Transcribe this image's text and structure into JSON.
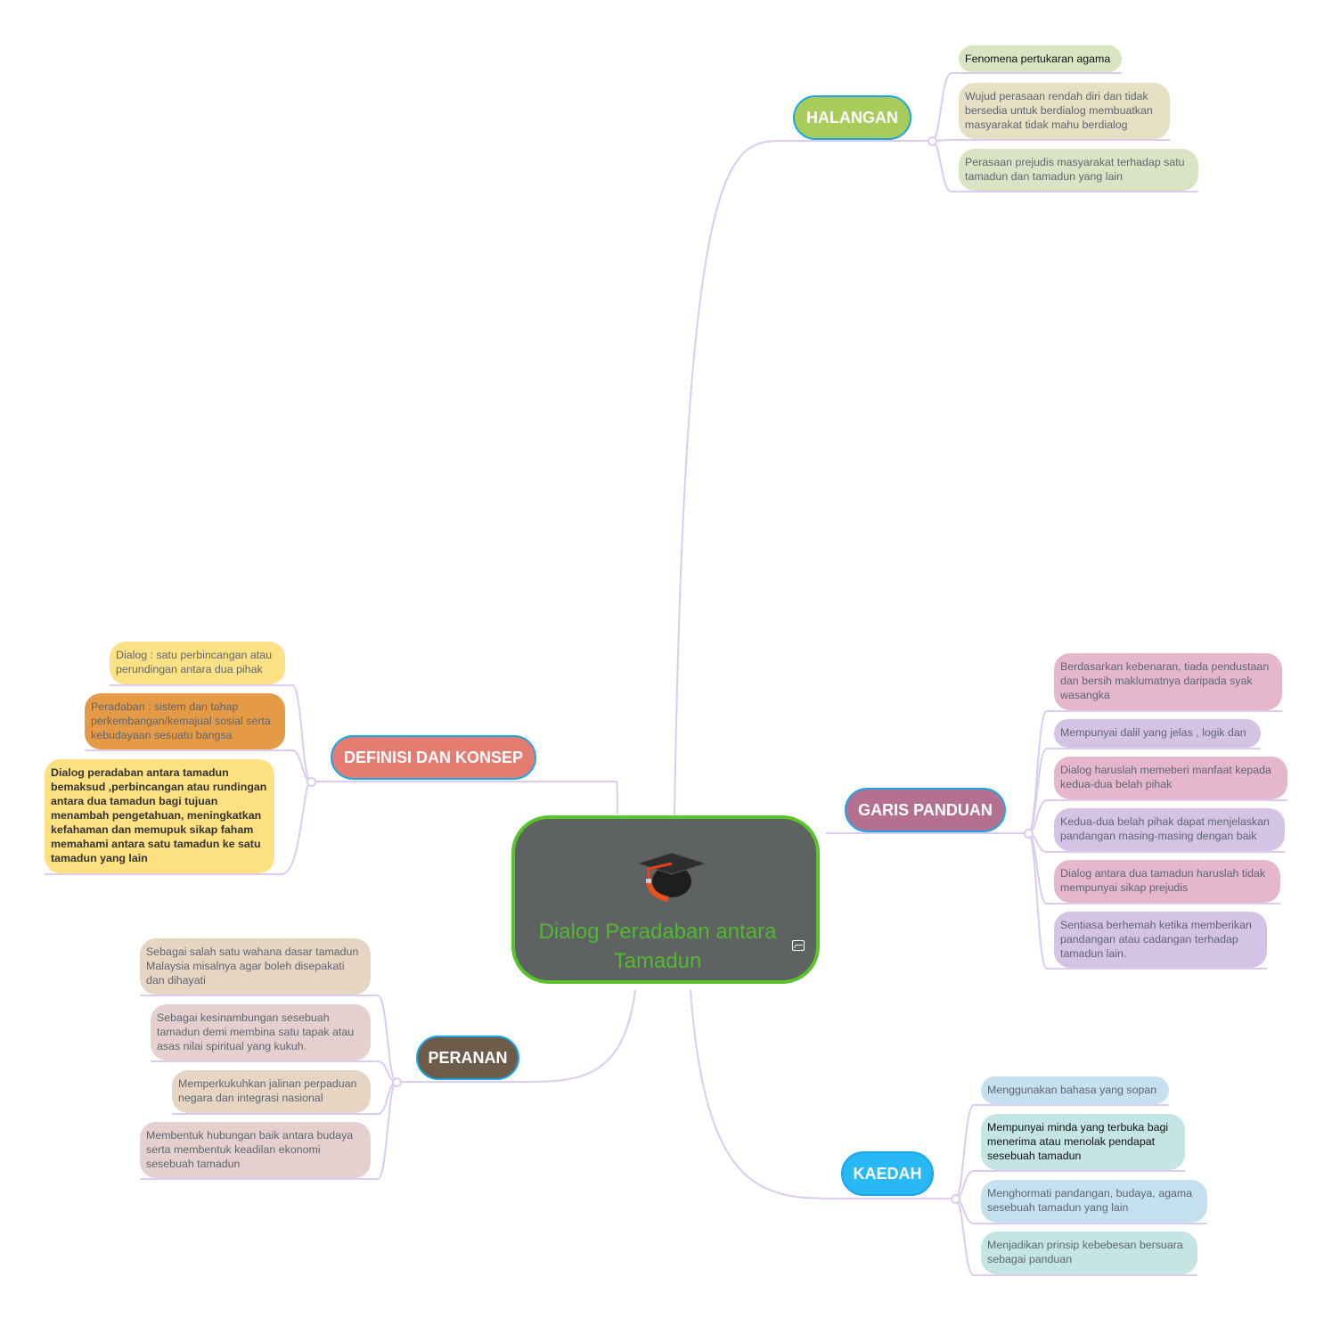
{
  "central": {
    "title": "Dialog Peradaban antara Tamadun",
    "icon": "graduation-cap-icon",
    "color": "#5ac52a"
  },
  "branches": [
    {
      "label": "HALANGAN",
      "color": "#a8cb5a",
      "items": [
        "Fenomena pertukaran agama",
        "Wujud perasaan rendah diri dan tidak bersedia untuk berdialog membuatkan masyarakat tidak mahu berdialog",
        "Perasaan prejudis masyarakat terhadap satu tamadun dan tamadun yang lain"
      ]
    },
    {
      "label": "DEFINISI DAN KONSEP",
      "color": "#e57c72",
      "items": [
        "Dialog : satu perbincangan atau perundingan antara dua pihak",
        "Peradaban : sistem dan tahap perkembangan/kemajual sosial serta kebudayaan sesuatu bangsa",
        "Dialog peradaban antara tamadun bemaksud ,perbincangan atau rundingan antara dua tamadun bagi tujuan menambah pengetahuan, meningkatkan kefahaman dan memupuk sikap faham memahami antara satu tamadun ke satu tamadun yang lain"
      ]
    },
    {
      "label": "GARIS PANDUAN",
      "color": "#b3718f",
      "items": [
        "Berdasarkan kebenaran, tiada pendustaan dan bersih maklumatnya daripada syak wasangka",
        "Mempunyai dalil yang jelas , logik dan",
        "Dialog haruslah memeberi manfaat kepada kedua-dua belah pihak",
        "Kedua-dua belah pihak dapat menjelaskan pandangan masing-masing dengan baik",
        "Dialog antara dua tamadun haruslah tidak mempunyai sikap prejudis",
        "Sentiasa berhemah ketika memberikan pandangan atau cadangan terhadap tamadun lain."
      ]
    },
    {
      "label": "PERANAN",
      "color": "#6e5c4b",
      "items": [
        "Sebagai salah satu wahana dasar tamadun Malaysia misalnya agar boleh disepakati dan dihayati",
        "Sebagai kesinambungan sesebuah tamadun demi membina satu tapak atau asas nilai spiritual yang kukuh.",
        "Memperkukuhkan jalinan perpaduan negara dan integrasi nasional",
        "Membentuk hubungan baik antara budaya serta membentuk keadilan ekonomi sesebuah tamadun"
      ]
    },
    {
      "label": "KAEDAH",
      "color": "#27b8f5",
      "items": [
        "Menggunakan bahasa yang sopan",
        "Mempunyai minda yang terbuka bagi menerima atau menolak pendapat sesebuah tamadun",
        "Menghormati pandangan, budaya, agama sesebuah tamadun yang lain",
        "Menjadikan prinsip kebebesan bersuara sebagai panduan"
      ]
    }
  ],
  "link_color": "#dccbee"
}
